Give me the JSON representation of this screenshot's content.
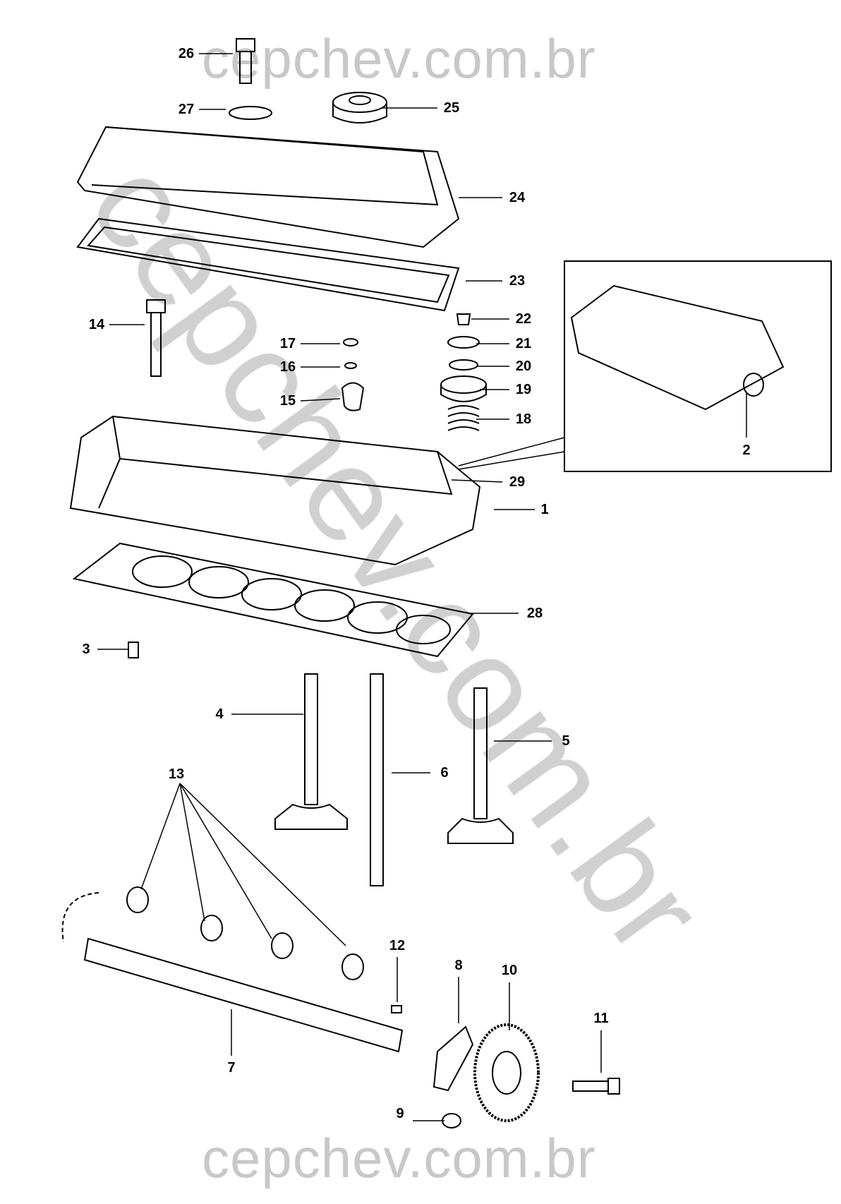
{
  "watermark": {
    "top": "cepchev.com.br",
    "diagonal": "cepchev.com.br",
    "bottom": "cepchev.com.br"
  },
  "callouts": {
    "p1": "1",
    "p2": "2",
    "p3": "3",
    "p4": "4",
    "p5": "5",
    "p6": "6",
    "p7": "7",
    "p8": "8",
    "p9": "9",
    "p10": "10",
    "p11": "11",
    "p12": "12",
    "p13": "13",
    "p14": "14",
    "p15": "15",
    "p16": "16",
    "p17": "17",
    "p18": "18",
    "p19": "19",
    "p20": "20",
    "p21": "21",
    "p22": "22",
    "p23": "23",
    "p24": "24",
    "p25": "25",
    "p26": "26",
    "p27": "27",
    "p28": "28",
    "p29": "29"
  }
}
